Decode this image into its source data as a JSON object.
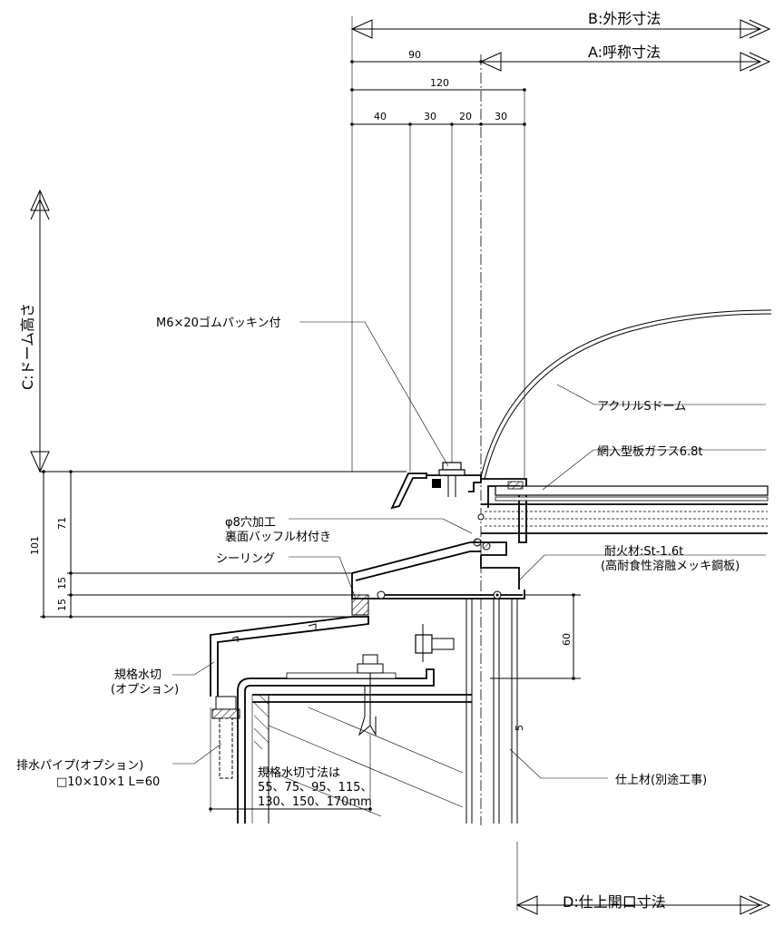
{
  "dimensions": {
    "B_label": "B:外形寸法",
    "A_label": "A:呼称寸法",
    "D_label": "D:仕上開口寸法",
    "C_label": "C:ドーム高さ",
    "top_90": "90",
    "top_120": "120",
    "top_40": "40",
    "top_30a": "30",
    "top_20": "20",
    "top_30b": "30",
    "left_101": "101",
    "left_71": "71",
    "left_15a": "15",
    "left_15b": "15",
    "right_60": "60",
    "small_5": "5"
  },
  "labels": {
    "bolt": "M6×20ゴムパッキン付",
    "dome": "アクリルSドーム",
    "glass": "網入型板ガラス6.8t",
    "hole_line1": "φ8穴加工",
    "hole_line2": "裏面バッフル材付き",
    "sealing": "シーリング",
    "fire_line1": "耐火材:St-1.6t",
    "fire_line2": "(高耐食性溶融メッキ鋼板)",
    "flashing_line1": "規格水切",
    "flashing_line2": "(オプション)",
    "pipe_line1": "排水パイプ(オプション)",
    "pipe_line2": "□10×10×1 L=60",
    "flashsize_line1": "規格水切寸法は",
    "flashsize_line2": "55、75、95、115、",
    "flashsize_line3": "130、150、170mm",
    "finish": "仕上材(別途工事)"
  }
}
